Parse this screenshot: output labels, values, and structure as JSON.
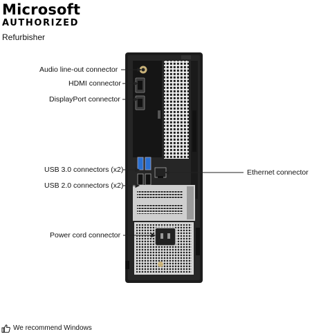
{
  "badge": {
    "line1": "Microsoft",
    "line2": "AUTHORIZED",
    "line3": "Refurbisher"
  },
  "labels": {
    "audio": "Audio line-out connector",
    "hdmi": "HDMI connector",
    "displayport": "DisplayPort connector",
    "usb3": "USB 3.0 connectors (x2)",
    "usb2": "USB 2.0 connectors (x2)",
    "ethernet": "Ethernet connector",
    "power": "Power cord connector"
  },
  "footer": {
    "text": "We recommend Windows",
    "icon": "thumbs-up-icon"
  },
  "colors": {
    "chassis": "#1c1c1c",
    "metal": "#d9d9d9",
    "usb3_blue": "#2a6fd0"
  }
}
